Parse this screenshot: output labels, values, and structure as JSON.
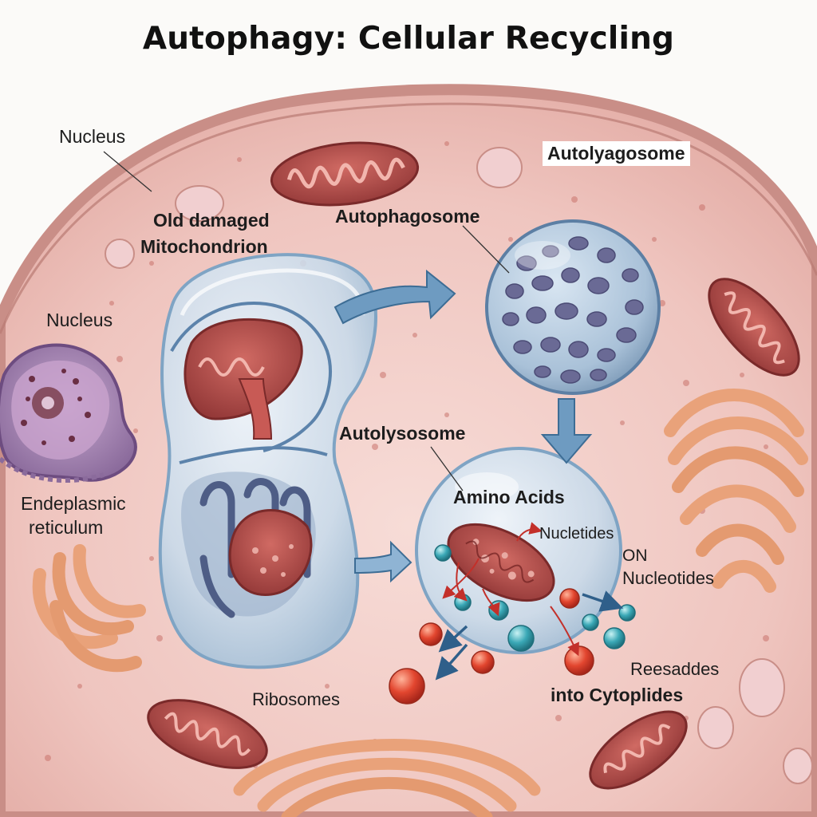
{
  "title": "Autophagy: Cellular Recycling",
  "labels": {
    "nucleus_top": "Nucleus",
    "autolyagosome": "Autolyagosome",
    "old_damaged_line1": "Old damaged",
    "old_damaged_line2": "Mitochondrion",
    "autophagosome": "Autophagosome",
    "nucleus_left": "Nucleus",
    "endeplasmic_line1": "Endeplasmic",
    "endeplasmic_line2": "reticulum",
    "autolysosome": "Autolysosome",
    "amino_acids": "Amino Acids",
    "nucletides": "Nucletides",
    "on": "ON",
    "nucleotides": "Nucleotides",
    "reesaddes": "Reesaddes",
    "into_cytoplides": "into Cytoplides",
    "ribosomes": "Ribosomes"
  },
  "colors": {
    "cytoplasm": "#efc7c2",
    "membrane": "#c98e87",
    "mitochondrion": "#b5504f",
    "vesicle": "#b9d2e6",
    "arrow": "#3d6d95",
    "golgi": "#e8a072",
    "nucleus": "#8f6ba2",
    "teal_particle": "#3aa5b3",
    "red_particle": "#d9432f"
  }
}
